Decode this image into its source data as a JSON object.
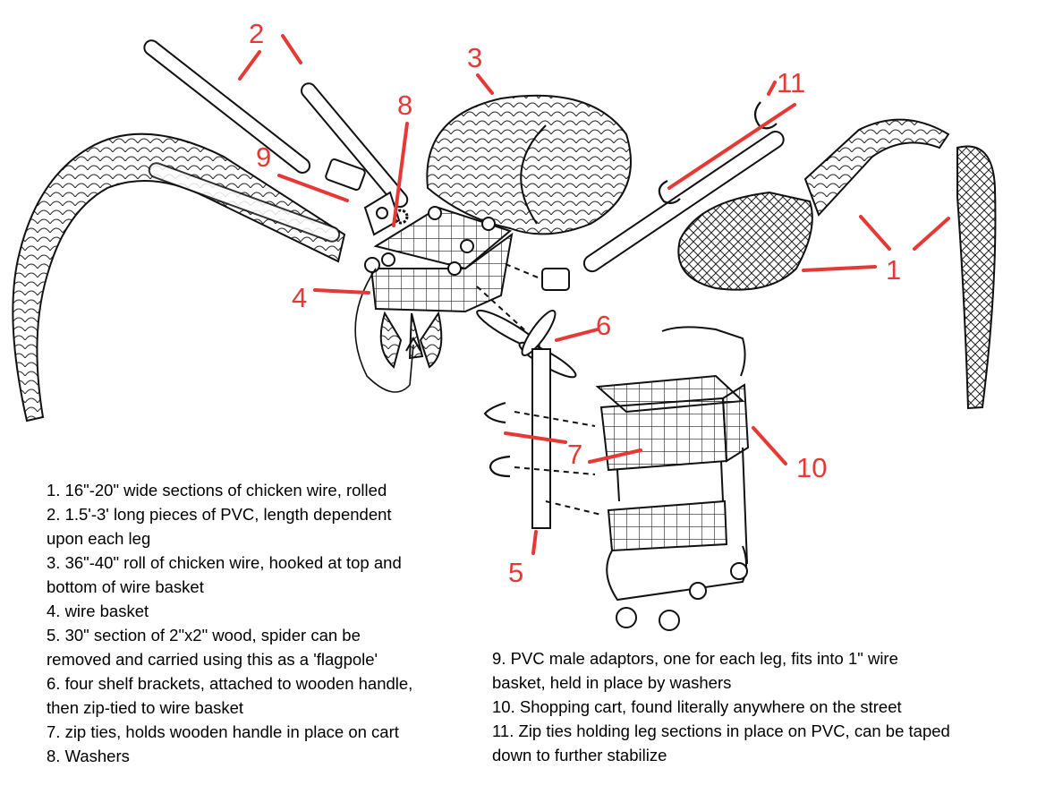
{
  "diagram": {
    "callouts": [
      {
        "id": "c1",
        "label": "1"
      },
      {
        "id": "c2",
        "label": "2"
      },
      {
        "id": "c3",
        "label": "3"
      },
      {
        "id": "c4",
        "label": "4"
      },
      {
        "id": "c5",
        "label": "5"
      },
      {
        "id": "c6",
        "label": "6"
      },
      {
        "id": "c7",
        "label": "7"
      },
      {
        "id": "c8",
        "label": "8"
      },
      {
        "id": "c9",
        "label": "9"
      },
      {
        "id": "c10",
        "label": "10"
      },
      {
        "id": "c11",
        "label": "11"
      }
    ],
    "callout_color": "#e53935",
    "legend": [
      "1. 16\"-20\" wide sections of chicken wire, rolled",
      "2. 1.5'-3' long pieces of PVC, length dependent\nupon each leg",
      "3. 36\"-40\" roll of chicken wire, hooked at top and\nbottom of wire basket",
      "4. wire basket",
      "5. 30\" section of 2\"x2\" wood, spider can be\nremoved and carried using this as a 'flagpole'",
      "6. four shelf brackets, attached to wooden handle,\nthen zip-tied to wire basket",
      "7. zip ties, holds wooden handle in place on cart",
      "8. Washers",
      "9. PVC male adaptors, one for each leg, fits into 1\" wire\nbasket, held in place by washers",
      "10. Shopping cart, found literally anywhere on the street",
      "11. Zip ties holding leg sections in place on PVC, can be taped\ndown to further stabilize"
    ]
  }
}
